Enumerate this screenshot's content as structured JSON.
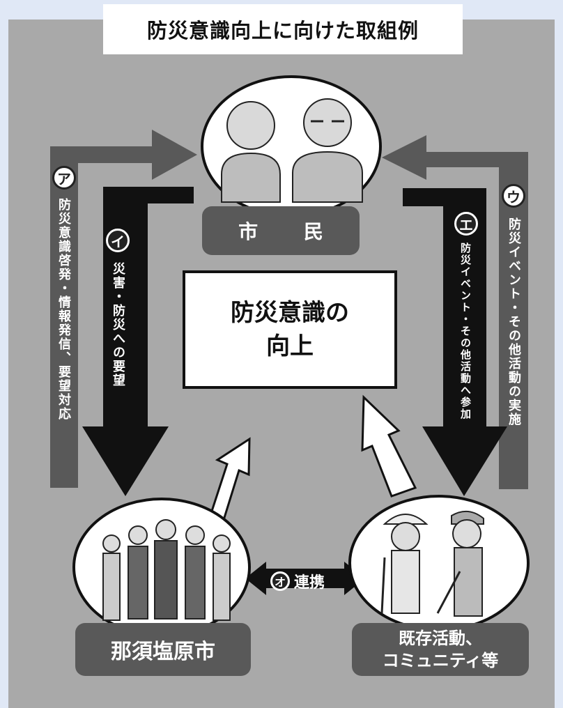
{
  "title": "防災意識向上に向けた取組例",
  "center": {
    "line1": "防災意識の",
    "line2": "向上"
  },
  "nodes": {
    "citizen": "市 民",
    "city": "那須塩原市",
    "community_line1": "既存活動、",
    "community_line2": "コミュニティ等"
  },
  "flows": {
    "a": {
      "badge": "ア",
      "text": "防災意識啓発・情報発信、要望対応"
    },
    "i": {
      "badge": "イ",
      "text": "災害・防災への要望"
    },
    "u": {
      "badge": "ウ",
      "text": "防災イベント・その他活動の実施"
    },
    "e": {
      "badge": "エ",
      "text": "防災イベント・その他活動へ参加"
    },
    "o": {
      "badge": "オ",
      "text": "連携"
    }
  },
  "colors": {
    "background": "#e0e8f6",
    "panel": "#a9a9a9",
    "arrow_mid": "#595959",
    "arrow_dark": "#111111",
    "label_pill": "#595959"
  }
}
